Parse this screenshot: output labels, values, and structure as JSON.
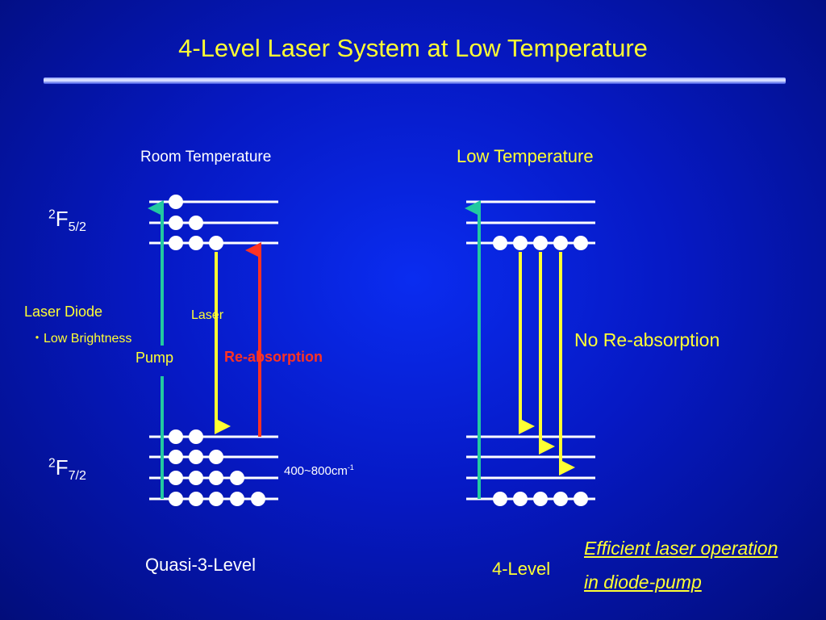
{
  "title": "4-Level Laser System at Low Temperature",
  "left": {
    "heading": "Room Temperature",
    "upper_state": {
      "sup": "2",
      "base": "F",
      "sub": "5/2"
    },
    "lower_state": {
      "sup": "2",
      "base": "F",
      "sub": "7/2"
    },
    "laser_diode": "Laser Diode",
    "low_brightness": "・Low Brightness",
    "pump": "Pump",
    "laser": "Laser",
    "reabsorption": "Re-absorption",
    "splitting": {
      "base": "400~800cm",
      "sup": "-1"
    },
    "caption": "Quasi-3-Level"
  },
  "right": {
    "heading": "Low Temperature",
    "no_reabsorption": "No Re-absorption",
    "caption": "4-Level",
    "note_line1": "Efficient laser operation",
    "note_line2": "in diode-pump"
  },
  "colors": {
    "yellow": "#ffff33",
    "red": "#ff3322",
    "teal": "#22c9a0",
    "white": "#ffffff"
  }
}
